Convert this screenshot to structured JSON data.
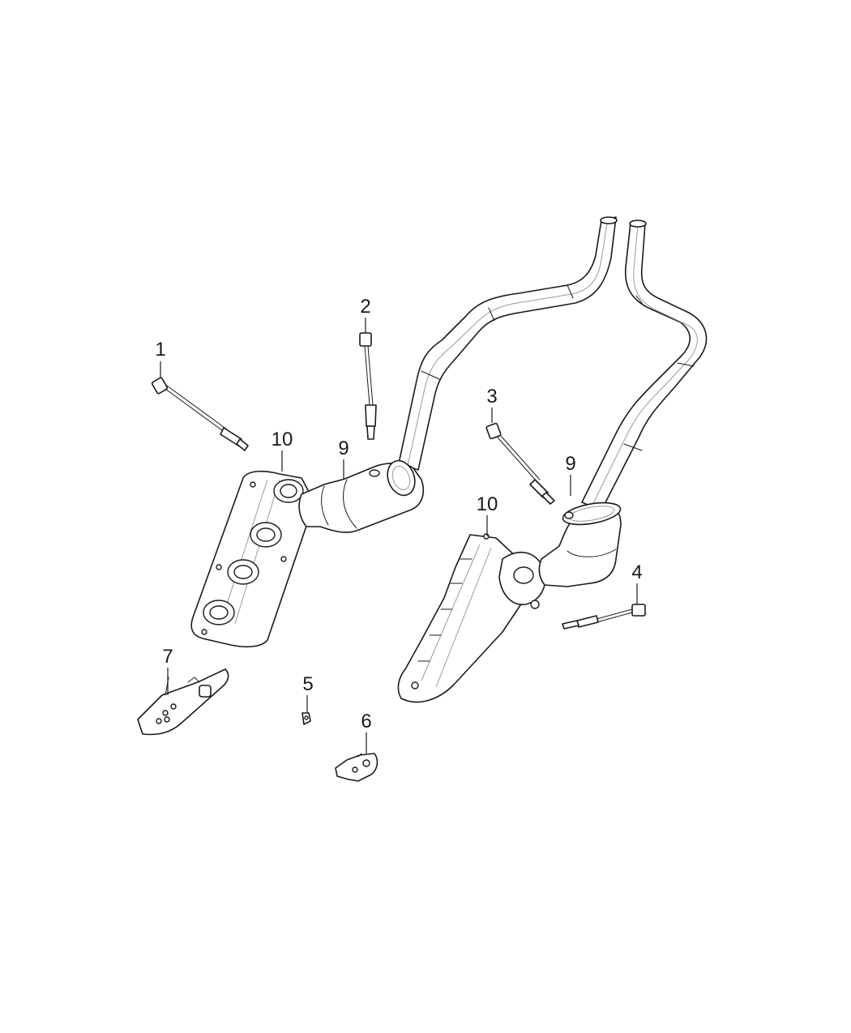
{
  "callouts": [
    {
      "id": "c1",
      "label": "1"
    },
    {
      "id": "c2",
      "label": "2"
    },
    {
      "id": "c3",
      "label": "3"
    },
    {
      "id": "c4",
      "label": "4"
    },
    {
      "id": "c5",
      "label": "5"
    },
    {
      "id": "c6",
      "label": "6"
    },
    {
      "id": "c7",
      "label": "7"
    },
    {
      "id": "c9a",
      "label": "9"
    },
    {
      "id": "c9b",
      "label": "9"
    },
    {
      "id": "c10a",
      "label": "10"
    },
    {
      "id": "c10b",
      "label": "10"
    }
  ]
}
